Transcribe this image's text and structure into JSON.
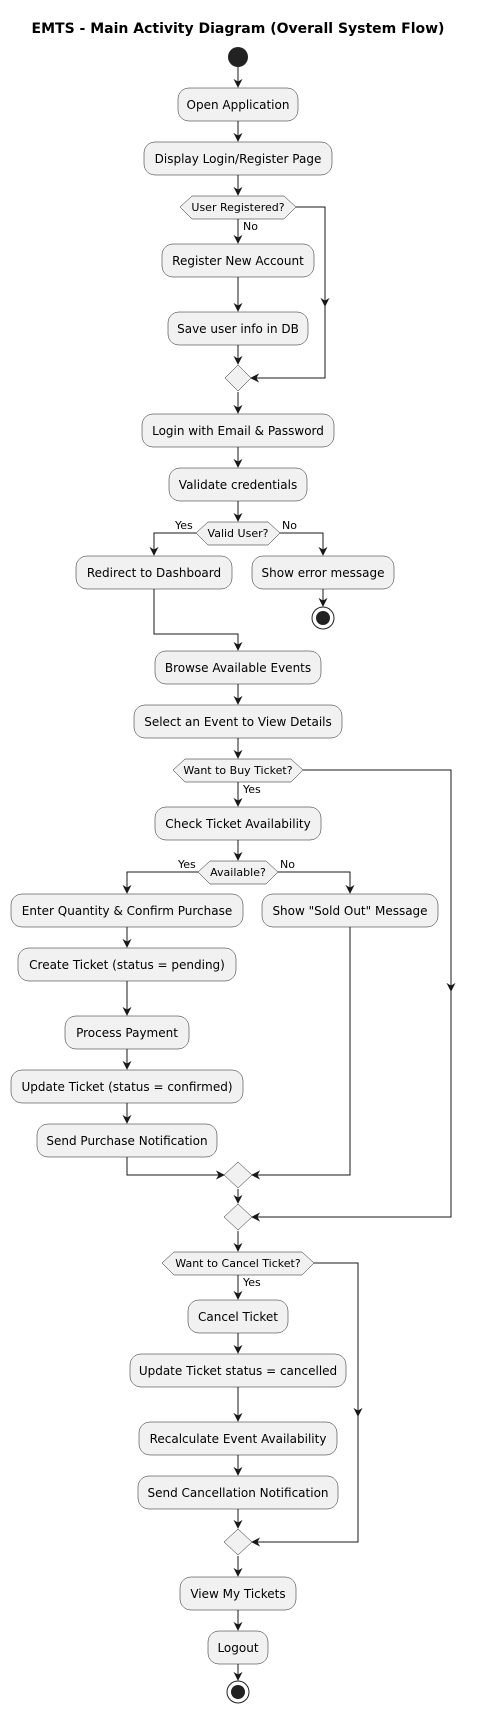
{
  "title": "EMTS - Main Activity Diagram (Overall System Flow)",
  "activities": {
    "open_app": "Open Application",
    "display_login": "Display Login/Register Page",
    "register": "Register New Account",
    "save_user": "Save user info in DB",
    "login": "Login with Email & Password",
    "validate": "Validate credentials",
    "redirect": "Redirect to Dashboard",
    "show_error": "Show error message",
    "browse": "Browse Available Events",
    "select_event": "Select an Event to View Details",
    "check_avail": "Check Ticket Availability",
    "enter_qty": "Enter Quantity & Confirm Purchase",
    "create_ticket": "Create Ticket (status = pending)",
    "process_payment": "Process Payment",
    "update_confirmed": "Update Ticket (status = confirmed)",
    "send_purchase": "Send Purchase Notification",
    "sold_out": "Show \"Sold Out\" Message",
    "cancel_ticket": "Cancel Ticket",
    "update_cancelled": "Update Ticket status = cancelled",
    "recalc": "Recalculate Event Availability",
    "send_cancel": "Send Cancellation Notification",
    "view_tickets": "View My Tickets",
    "logout": "Logout"
  },
  "decisions": {
    "user_registered": "User Registered?",
    "valid_user": "Valid User?",
    "want_buy": "Want to Buy Ticket?",
    "available": "Available?",
    "want_cancel": "Want to Cancel Ticket?"
  },
  "branch_labels": {
    "registered_no": "No",
    "valid_yes": "Yes",
    "valid_no": "No",
    "buy_yes": "Yes",
    "avail_yes": "Yes",
    "avail_no": "No",
    "cancel_yes": "Yes"
  }
}
